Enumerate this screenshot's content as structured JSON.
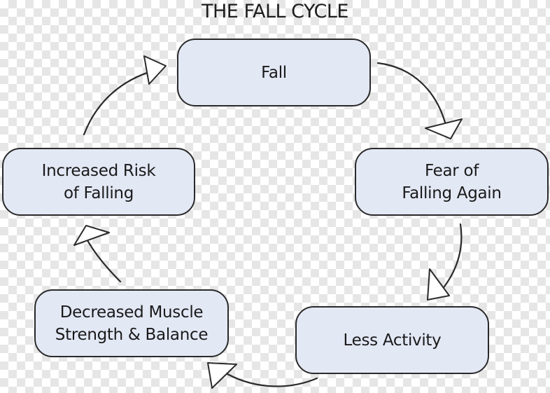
{
  "title": "THE FALL CYCLE",
  "node_fill": "#e3e8f5",
  "line_color": "#2a2a2a",
  "nodes": [
    {
      "label": "Fall"
    },
    {
      "label": "Fear of\nFalling Again"
    },
    {
      "label": "Less Activity"
    },
    {
      "label": "Decreased Muscle\nStrength & Balance"
    },
    {
      "label": "Increased Risk\nof Falling"
    }
  ],
  "edges": [
    {
      "from": "Fall",
      "to": "Fear of Falling Again"
    },
    {
      "from": "Fear of Falling Again",
      "to": "Less Activity"
    },
    {
      "from": "Less Activity",
      "to": "Decreased Muscle Strength & Balance"
    },
    {
      "from": "Decreased Muscle Strength & Balance",
      "to": "Increased Risk of Falling"
    },
    {
      "from": "Increased Risk of Falling",
      "to": "Fall"
    }
  ]
}
